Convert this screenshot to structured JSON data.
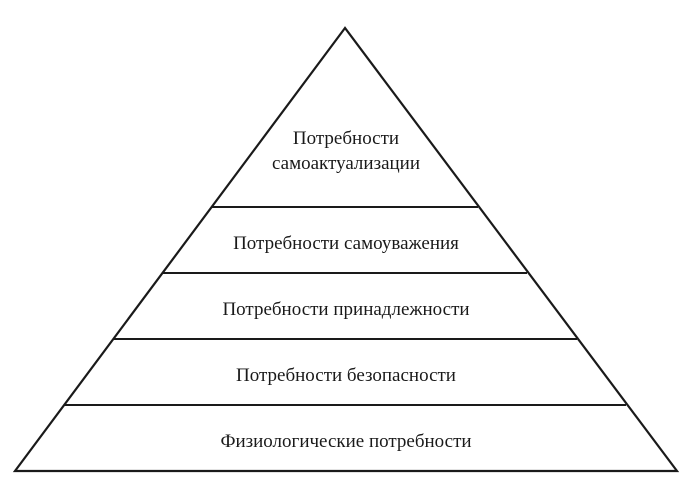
{
  "diagram": {
    "levels": [
      {
        "id": "self-actualization",
        "lines": [
          "Потребности",
          "самоактуализации"
        ]
      },
      {
        "id": "esteem",
        "lines": [
          "Потребности самоуважения"
        ]
      },
      {
        "id": "belonging",
        "lines": [
          "Потребности принадлежности"
        ]
      },
      {
        "id": "safety",
        "lines": [
          "Потребности безопасности"
        ]
      },
      {
        "id": "physiological",
        "lines": [
          "Физиологические потребности"
        ]
      }
    ]
  },
  "colors": {
    "stroke": "#1a1a1a",
    "background": "#ffffff"
  }
}
